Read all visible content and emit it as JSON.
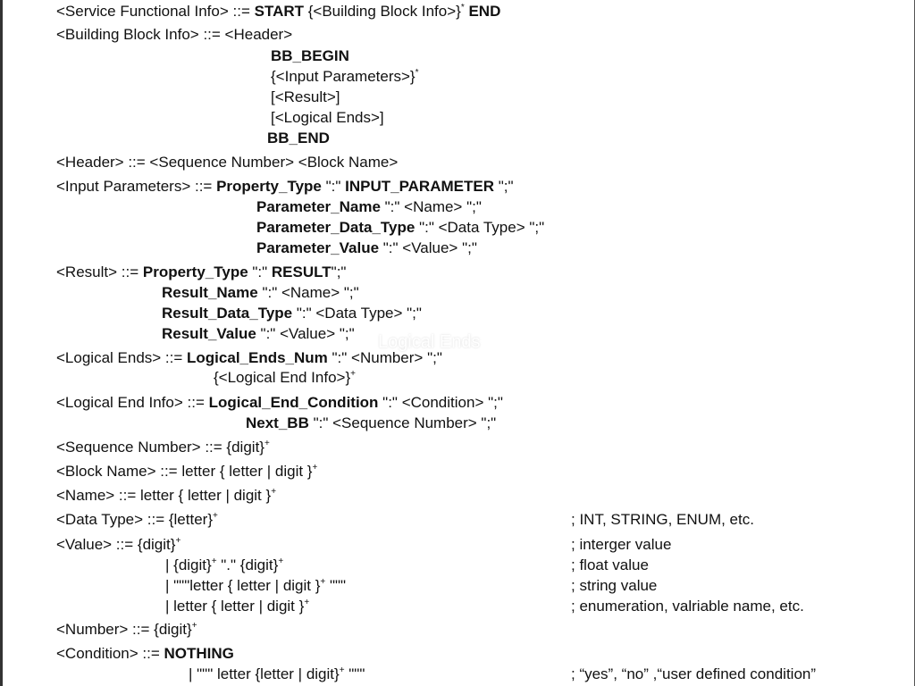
{
  "grammar": {
    "l01": [
      "<Service Functional Info> ::= ",
      "START",
      " {<Building Block Info>}",
      "*",
      " ",
      "END"
    ],
    "l02": "<Building Block Info> ::= <Header>",
    "l03": "BB_BEGIN",
    "l04": [
      "{<Input Parameters>}",
      "*"
    ],
    "l05": "[<Result>]",
    "l06": "[<Logical Ends>]",
    "l07": "BB_END",
    "l08": "<Header> ::= <Sequence Number> <Block Name>",
    "l09": [
      "<Input Parameters> ::= ",
      "Property_Type",
      " \":\" ",
      "INPUT_PARAMETER",
      " \";\""
    ],
    "l10": [
      "Parameter_Name",
      " \":\" <Name> \";\""
    ],
    "l11": [
      "Parameter_Data_Type",
      " \":\" <Data Type> \";\""
    ],
    "l12": [
      "Parameter_Value",
      " \":\" <Value> \";\""
    ],
    "l13": [
      "<Result> ::= ",
      "Property_Type",
      " \":\" ",
      "RESULT",
      "\";\""
    ],
    "l14": [
      "Result_Name",
      " \":\" <Name> \";\""
    ],
    "l15": [
      "Result_Data_Type",
      " \":\" <Data Type> \";\""
    ],
    "l16": [
      "Result_Value",
      " \":\" <Value> \";\""
    ],
    "l17": [
      "<Logical Ends> ::= ",
      "Logical_Ends_Num",
      " \":\" <Number> \";\""
    ],
    "l18": [
      "{<Logical End Info>}",
      "+"
    ],
    "l19": [
      "<Logical End Info> ::= ",
      "Logical_End_Condition",
      " \":\" <Condition> \";\""
    ],
    "l20": [
      "Next_BB",
      " \":\" <Sequence Number> \";\""
    ],
    "l21": [
      "<Sequence Number> ::= {digit}",
      "+"
    ],
    "l22": [
      "<Block Name> ::= letter { letter | digit }",
      "+"
    ],
    "l23": [
      "<Name> ::= letter { letter | digit }",
      "+"
    ],
    "l24": [
      "<Data Type> ::= {letter}",
      "+"
    ],
    "l25": [
      "<Value> ::= {digit}",
      "+"
    ],
    "l26": [
      "| {digit}",
      "+",
      " \".\" {digit}",
      "+"
    ],
    "l27": [
      "| \"\"\"letter { letter | digit }",
      "+",
      " \"\"\""
    ],
    "l28": [
      "| letter { letter | digit }",
      "+"
    ],
    "l29": [
      "<Number> ::= {digit}",
      "+"
    ],
    "l30": [
      "<Condition> ::= ",
      "NOTHING"
    ],
    "l31": [
      "| \"\"\" letter {letter | digit}",
      "+",
      " \"\"\""
    ]
  },
  "comments": {
    "datatype": "; INT, STRING, ENUM, etc.",
    "integer": "; interger value",
    "float": "; float value",
    "string": "; string value",
    "enum": "; enumeration, valriable name, etc.",
    "condition": "; “yes”, “no” ,“user defined condition”"
  },
  "watermark": "Logical Ends"
}
